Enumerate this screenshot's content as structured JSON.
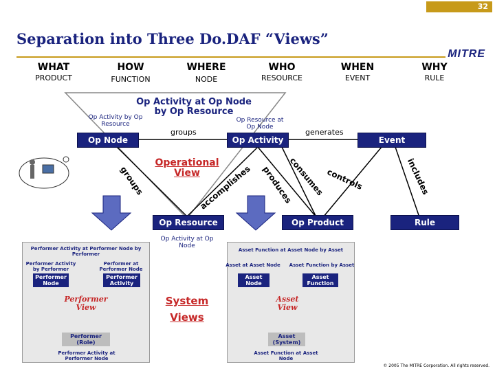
{
  "page_number": "32",
  "title": "Separation into Three Do.DAF “Views”",
  "logo": "MITRE",
  "columns": [
    {
      "header": "WHAT",
      "sub": "PRODUCT"
    },
    {
      "header": "HOW",
      "sub": "FUNCTION"
    },
    {
      "header": "WHERE",
      "sub": "NODE"
    },
    {
      "header": "WHO",
      "sub": "RESOURCE"
    },
    {
      "header": "WHEN",
      "sub": "EVENT"
    },
    {
      "header": "WHY",
      "sub": "RULE"
    }
  ],
  "nodes": {
    "op_node": "Op Node",
    "op_activity": "Op Activity",
    "event": "Event",
    "op_resource": "Op Resource",
    "op_product": "Op Product",
    "rule": "Rule"
  },
  "labels": {
    "op_activity_at_node": "Op Activity at Op Node",
    "by_op_resource": "by Op Resource",
    "op_activity_by_resource": "Op Activity by Op Resource",
    "op_resource_at_node": "Op Resource at Op Node",
    "groups_top": "groups",
    "generates": "generates",
    "groups_left": "groups",
    "accomplishes": "accomplishes",
    "produces": "produces",
    "consumes": "consumes",
    "controls": "controls",
    "includes": "includes",
    "operational_view": "Operational View",
    "op_activity_at_node_small": "Op Activity at Op Node",
    "system_views": "System Views"
  },
  "performer_panel": {
    "title": "Performer Activity at Performer Node by Performer",
    "activity_by_performer": "Performer Activity by Performer",
    "performer_at_node": "Performer at Performer Node",
    "performer_node": "Performer Node",
    "performer_activity": "Performer Activity",
    "performer_view": "Performer View",
    "performer_role": "Performer (Role)",
    "bottom": "Performer Activity at Performer Node"
  },
  "asset_panel": {
    "title": "Asset Function at Asset Node by Asset",
    "asset_at_node": "Asset at Asset Node",
    "function_by_asset": "Asset Function by Asset",
    "asset_node": "Asset Node",
    "asset_function": "Asset Function",
    "asset_view": "Asset View",
    "asset_system": "Asset (System)",
    "bottom": "Asset Function at Asset Node"
  },
  "copyright": "© 2005 The MITRE Corporation. All rights reserved.",
  "colors": {
    "navy": "#1a237e",
    "gold": "#c79a1a",
    "red": "#c62828"
  }
}
